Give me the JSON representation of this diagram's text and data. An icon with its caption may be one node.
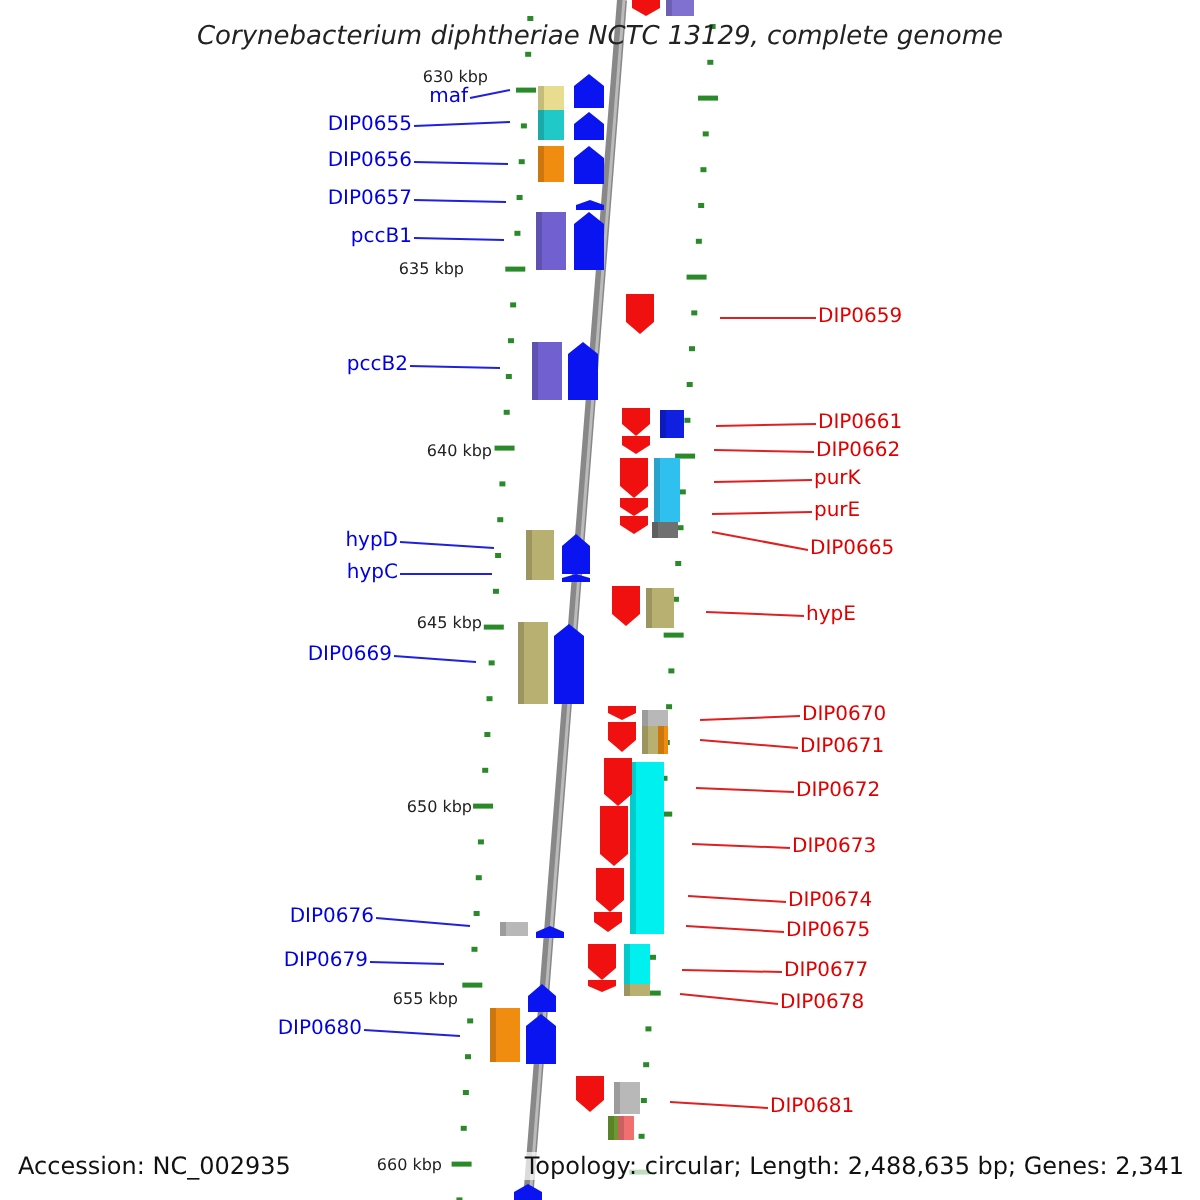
{
  "diagram": {
    "title": "Corynebacterium diphtheriae NCTC 13129, complete genome",
    "nodes": [
      {
        "text": [
          "maf"
        ]
      },
      {
        "text": [
          "DIP0655"
        ]
      },
      {
        "text": [
          "DIP0656"
        ]
      },
      {
        "text": [
          "DIP0657"
        ]
      },
      {
        "text": [
          "pccB1"
        ]
      },
      {
        "text": [
          "pccB2"
        ]
      },
      {
        "text": [
          "hypD"
        ]
      },
      {
        "text": [
          "hypC"
        ]
      },
      {
        "text": [
          "DIP0669"
        ]
      },
      {
        "text": [
          "DIP0676"
        ]
      },
      {
        "text": [
          "DIP0679"
        ]
      },
      {
        "text": [
          "DIP0680"
        ]
      },
      {
        "text": [
          "DIP0659"
        ]
      },
      {
        "text": [
          "DIP0661"
        ]
      },
      {
        "text": [
          "DIP0662"
        ]
      },
      {
        "text": [
          "purK"
        ]
      },
      {
        "text": [
          "purE"
        ]
      },
      {
        "text": [
          "DIP0665"
        ]
      },
      {
        "text": [
          "hypE"
        ]
      },
      {
        "text": [
          "DIP0670"
        ]
      },
      {
        "text": [
          "DIP0671"
        ]
      },
      {
        "text": [
          "DIP0672"
        ]
      },
      {
        "text": [
          "DIP0673"
        ]
      },
      {
        "text": [
          "DIP0674"
        ]
      },
      {
        "text": [
          "DIP0675"
        ]
      },
      {
        "text": [
          "DIP0677"
        ]
      },
      {
        "text": [
          "DIP0678"
        ]
      },
      {
        "text": [
          "DIP0681"
        ]
      }
    ],
    "edges": [
      {
        "from": 0,
        "to": null,
        "arrow": "none",
        "color": "#2020e0"
      },
      {
        "from": 1,
        "to": null,
        "arrow": "none",
        "color": "#2020e0"
      },
      {
        "from": 2,
        "to": null,
        "arrow": "none",
        "color": "#2020e0"
      },
      {
        "from": 3,
        "to": null,
        "arrow": "none",
        "color": "#2020e0"
      },
      {
        "from": 4,
        "to": null,
        "arrow": "none",
        "color": "#2020e0"
      },
      {
        "from": 5,
        "to": null,
        "arrow": "none",
        "color": "#2020e0"
      },
      {
        "from": 6,
        "to": null,
        "arrow": "none",
        "color": "#2020e0"
      },
      {
        "from": 7,
        "to": null,
        "arrow": "none",
        "color": "#2020e0"
      },
      {
        "from": 8,
        "to": null,
        "arrow": "none",
        "color": "#2020e0"
      },
      {
        "from": 9,
        "to": null,
        "arrow": "none",
        "color": "#2020e0"
      },
      {
        "from": 10,
        "to": null,
        "arrow": "none",
        "color": "#2020e0"
      },
      {
        "from": 11,
        "to": null,
        "arrow": "none",
        "color": "#2020e0"
      },
      {
        "from": 12,
        "to": null,
        "arrow": "none"
      },
      {
        "from": 13,
        "to": null,
        "arrow": "none"
      },
      {
        "from": 14,
        "to": null,
        "arrow": "none"
      },
      {
        "from": 15,
        "to": null,
        "arrow": "none"
      },
      {
        "from": 16,
        "to": null,
        "arrow": "none"
      },
      {
        "from": 17,
        "to": null,
        "arrow": "none"
      },
      {
        "from": 18,
        "to": null,
        "arrow": "none"
      },
      {
        "from": 19,
        "to": null,
        "arrow": "none"
      },
      {
        "from": 20,
        "to": null,
        "arrow": "none"
      },
      {
        "from": 21,
        "to": null,
        "arrow": "none"
      },
      {
        "from": 22,
        "to": null,
        "arrow": "none"
      },
      {
        "from": 23,
        "to": null,
        "arrow": "none"
      },
      {
        "from": 24,
        "to": null,
        "arrow": "none"
      },
      {
        "from": 25,
        "to": null,
        "arrow": "none"
      },
      {
        "from": 26,
        "to": null,
        "arrow": "none"
      },
      {
        "from": 27,
        "to": null,
        "arrow": "none"
      }
    ],
    "labels": [
      "630 kbp",
      "635 kbp",
      "640 kbp",
      "645 kbp",
      "650 kbp",
      "655 kbp",
      "660 kbp",
      "Accession: NC_002935",
      "Topology: circular; Length: 2,488,635 bp; Genes: 2,341"
    ]
  }
}
